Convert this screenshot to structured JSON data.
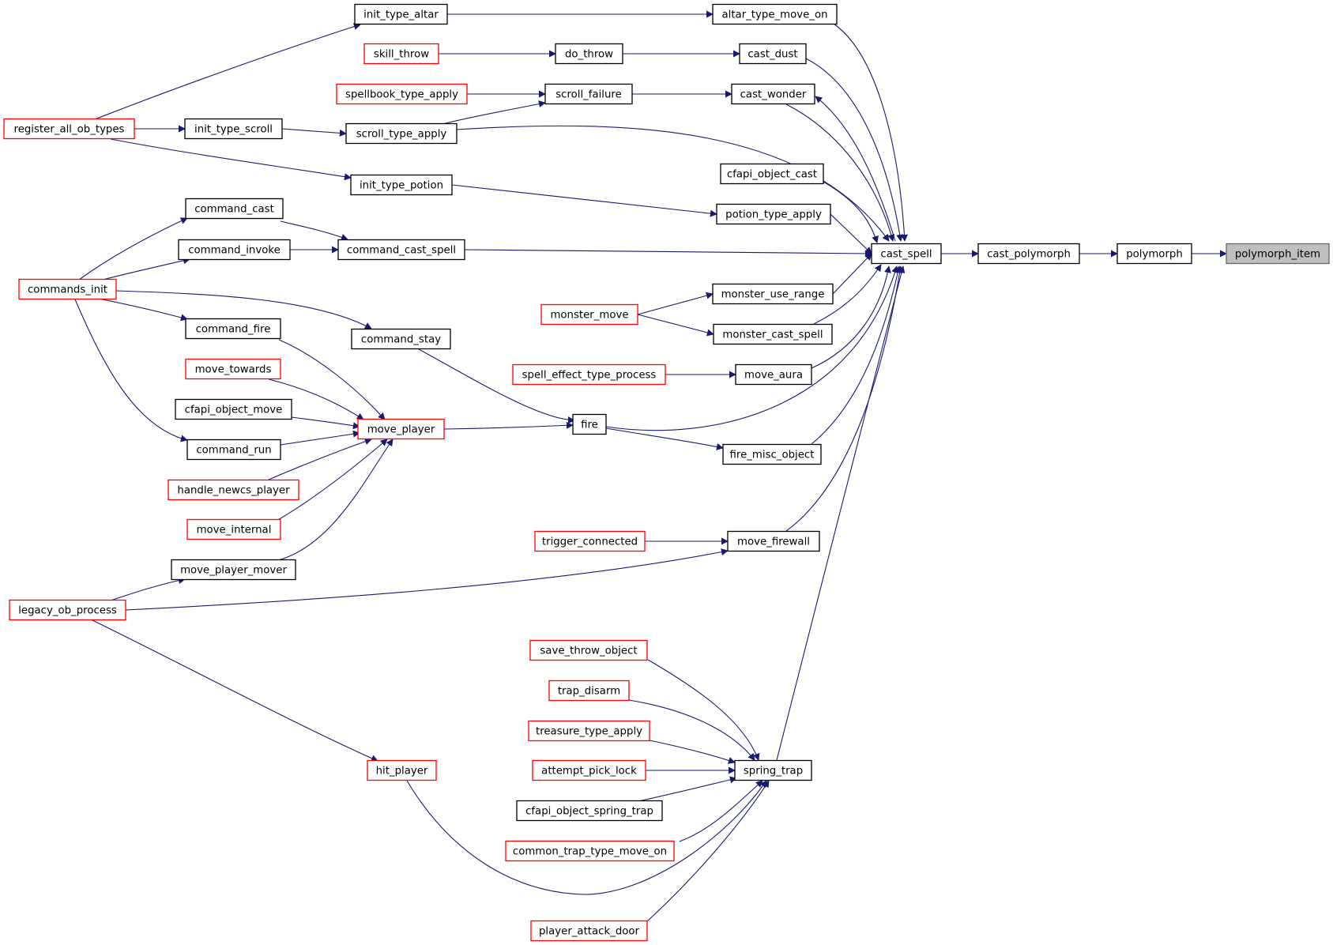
{
  "graph": {
    "colors": {
      "edge": "#191970",
      "linked_border": "#000000",
      "unresolved_border": "#ff0000",
      "root_fill": "#bfbfbf"
    },
    "nodes": [
      {
        "id": "polymorph_item",
        "label": "polymorph_item",
        "style": "root"
      },
      {
        "id": "polymorph",
        "label": "polymorph",
        "style": "black"
      },
      {
        "id": "cast_polymorph",
        "label": "cast_polymorph",
        "style": "black"
      },
      {
        "id": "cast_spell",
        "label": "cast_spell",
        "style": "black"
      },
      {
        "id": "altar_type_move_on",
        "label": "altar_type_move_on",
        "style": "black"
      },
      {
        "id": "cast_dust",
        "label": "cast_dust",
        "style": "black"
      },
      {
        "id": "cast_wonder",
        "label": "cast_wonder",
        "style": "black"
      },
      {
        "id": "cfapi_object_cast",
        "label": "cfapi_object_cast",
        "style": "black"
      },
      {
        "id": "potion_type_apply",
        "label": "potion_type_apply",
        "style": "black"
      },
      {
        "id": "monster_use_range",
        "label": "monster_use_range",
        "style": "black"
      },
      {
        "id": "monster_cast_spell",
        "label": "monster_cast_spell",
        "style": "black"
      },
      {
        "id": "move_aura",
        "label": "move_aura",
        "style": "black"
      },
      {
        "id": "fire_misc_object",
        "label": "fire_misc_object",
        "style": "black"
      },
      {
        "id": "move_firewall",
        "label": "move_firewall",
        "style": "black"
      },
      {
        "id": "spring_trap",
        "label": "spring_trap",
        "style": "black"
      },
      {
        "id": "init_type_altar",
        "label": "init_type_altar",
        "style": "black"
      },
      {
        "id": "do_throw",
        "label": "do_throw",
        "style": "black"
      },
      {
        "id": "skill_throw",
        "label": "skill_throw",
        "style": "red"
      },
      {
        "id": "scroll_failure",
        "label": "scroll_failure",
        "style": "black"
      },
      {
        "id": "spellbook_type_apply",
        "label": "spellbook_type_apply",
        "style": "red"
      },
      {
        "id": "scroll_type_apply",
        "label": "scroll_type_apply",
        "style": "black"
      },
      {
        "id": "init_type_scroll",
        "label": "init_type_scroll",
        "style": "black"
      },
      {
        "id": "register_all_ob_types",
        "label": "register_all_ob_types",
        "style": "red"
      },
      {
        "id": "init_type_potion",
        "label": "init_type_potion",
        "style": "black"
      },
      {
        "id": "command_cast",
        "label": "command_cast",
        "style": "black"
      },
      {
        "id": "command_cast_spell",
        "label": "command_cast_spell",
        "style": "black"
      },
      {
        "id": "command_invoke",
        "label": "command_invoke",
        "style": "black"
      },
      {
        "id": "commands_init",
        "label": "commands_init",
        "style": "red"
      },
      {
        "id": "monster_move",
        "label": "monster_move",
        "style": "red"
      },
      {
        "id": "spell_effect_type_process",
        "label": "spell_effect_type_process",
        "style": "red"
      },
      {
        "id": "command_fire",
        "label": "command_fire",
        "style": "black"
      },
      {
        "id": "command_stay",
        "label": "command_stay",
        "style": "black"
      },
      {
        "id": "move_towards",
        "label": "move_towards",
        "style": "red"
      },
      {
        "id": "cfapi_object_move",
        "label": "cfapi_object_move",
        "style": "black"
      },
      {
        "id": "move_player",
        "label": "move_player",
        "style": "red"
      },
      {
        "id": "fire",
        "label": "fire",
        "style": "black"
      },
      {
        "id": "command_run",
        "label": "command_run",
        "style": "black"
      },
      {
        "id": "handle_newcs_player",
        "label": "handle_newcs_player",
        "style": "red"
      },
      {
        "id": "move_internal",
        "label": "move_internal",
        "style": "red"
      },
      {
        "id": "trigger_connected",
        "label": "trigger_connected",
        "style": "red"
      },
      {
        "id": "move_player_mover",
        "label": "move_player_mover",
        "style": "black"
      },
      {
        "id": "legacy_ob_process",
        "label": "legacy_ob_process",
        "style": "red"
      },
      {
        "id": "save_throw_object",
        "label": "save_throw_object",
        "style": "red"
      },
      {
        "id": "trap_disarm",
        "label": "trap_disarm",
        "style": "red"
      },
      {
        "id": "treasure_type_apply",
        "label": "treasure_type_apply",
        "style": "red"
      },
      {
        "id": "attempt_pick_lock",
        "label": "attempt_pick_lock",
        "style": "red"
      },
      {
        "id": "hit_player",
        "label": "hit_player",
        "style": "red"
      },
      {
        "id": "cfapi_object_spring_trap",
        "label": "cfapi_object_spring_trap",
        "style": "black"
      },
      {
        "id": "common_trap_type_move_on",
        "label": "common_trap_type_move_on",
        "style": "red"
      },
      {
        "id": "player_attack_door",
        "label": "player_attack_door",
        "style": "red"
      }
    ],
    "edges": [
      {
        "from": "polymorph",
        "to": "polymorph_item"
      },
      {
        "from": "cast_polymorph",
        "to": "polymorph"
      },
      {
        "from": "cast_spell",
        "to": "cast_polymorph"
      },
      {
        "from": "altar_type_move_on",
        "to": "cast_spell"
      },
      {
        "from": "cast_dust",
        "to": "cast_spell"
      },
      {
        "from": "cast_wonder",
        "to": "cast_spell"
      },
      {
        "from": "scroll_type_apply",
        "to": "cast_spell"
      },
      {
        "from": "cfapi_object_cast",
        "to": "cast_spell"
      },
      {
        "from": "potion_type_apply",
        "to": "cast_spell"
      },
      {
        "from": "command_cast_spell",
        "to": "cast_spell"
      },
      {
        "from": "monster_use_range",
        "to": "cast_spell"
      },
      {
        "from": "monster_cast_spell",
        "to": "cast_spell"
      },
      {
        "from": "move_aura",
        "to": "cast_spell"
      },
      {
        "from": "fire",
        "to": "cast_spell"
      },
      {
        "from": "fire_misc_object",
        "to": "cast_spell"
      },
      {
        "from": "move_firewall",
        "to": "cast_spell"
      },
      {
        "from": "spring_trap",
        "to": "cast_spell"
      },
      {
        "from": "cast_spell",
        "to": "cast_wonder"
      },
      {
        "from": "init_type_altar",
        "to": "altar_type_move_on"
      },
      {
        "from": "register_all_ob_types",
        "to": "init_type_altar"
      },
      {
        "from": "do_throw",
        "to": "cast_dust"
      },
      {
        "from": "skill_throw",
        "to": "do_throw"
      },
      {
        "from": "scroll_failure",
        "to": "cast_wonder"
      },
      {
        "from": "spellbook_type_apply",
        "to": "scroll_failure"
      },
      {
        "from": "scroll_type_apply",
        "to": "scroll_failure"
      },
      {
        "from": "init_type_scroll",
        "to": "scroll_type_apply"
      },
      {
        "from": "register_all_ob_types",
        "to": "init_type_scroll"
      },
      {
        "from": "register_all_ob_types",
        "to": "init_type_potion"
      },
      {
        "from": "init_type_potion",
        "to": "potion_type_apply"
      },
      {
        "from": "command_cast",
        "to": "command_cast_spell"
      },
      {
        "from": "command_invoke",
        "to": "command_cast_spell"
      },
      {
        "from": "commands_init",
        "to": "command_cast"
      },
      {
        "from": "commands_init",
        "to": "command_invoke"
      },
      {
        "from": "commands_init",
        "to": "command_fire"
      },
      {
        "from": "commands_init",
        "to": "command_stay"
      },
      {
        "from": "commands_init",
        "to": "command_run"
      },
      {
        "from": "monster_move",
        "to": "monster_use_range"
      },
      {
        "from": "monster_move",
        "to": "monster_cast_spell"
      },
      {
        "from": "spell_effect_type_process",
        "to": "move_aura"
      },
      {
        "from": "command_fire",
        "to": "move_player"
      },
      {
        "from": "move_towards",
        "to": "move_player"
      },
      {
        "from": "cfapi_object_move",
        "to": "move_player"
      },
      {
        "from": "command_run",
        "to": "move_player"
      },
      {
        "from": "handle_newcs_player",
        "to": "move_player"
      },
      {
        "from": "move_internal",
        "to": "move_player"
      },
      {
        "from": "move_player_mover",
        "to": "move_player"
      },
      {
        "from": "command_stay",
        "to": "fire"
      },
      {
        "from": "move_player",
        "to": "fire"
      },
      {
        "from": "fire",
        "to": "fire_misc_object"
      },
      {
        "from": "trigger_connected",
        "to": "move_firewall"
      },
      {
        "from": "legacy_ob_process",
        "to": "move_firewall"
      },
      {
        "from": "legacy_ob_process",
        "to": "move_player_mover"
      },
      {
        "from": "legacy_ob_process",
        "to": "hit_player"
      },
      {
        "from": "save_throw_object",
        "to": "spring_trap"
      },
      {
        "from": "trap_disarm",
        "to": "spring_trap"
      },
      {
        "from": "treasure_type_apply",
        "to": "spring_trap"
      },
      {
        "from": "attempt_pick_lock",
        "to": "spring_trap"
      },
      {
        "from": "hit_player",
        "to": "spring_trap"
      },
      {
        "from": "cfapi_object_spring_trap",
        "to": "spring_trap"
      },
      {
        "from": "common_trap_type_move_on",
        "to": "spring_trap"
      },
      {
        "from": "player_attack_door",
        "to": "spring_trap"
      }
    ]
  }
}
